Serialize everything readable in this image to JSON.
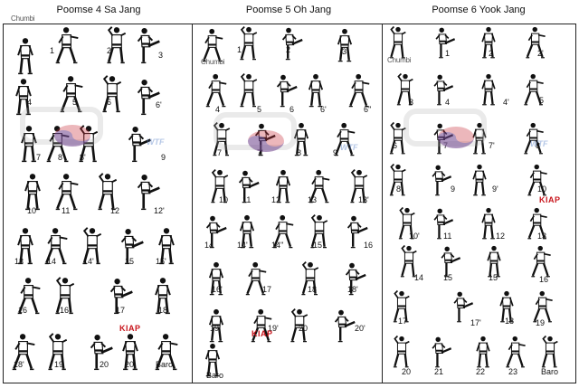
{
  "header": {
    "col1_title": "Poomse 4 Sa Jang",
    "col2_title": "Poomse 5 Oh Jang",
    "col3_title": "Poomse 6 Yook Jang"
  },
  "col1": {
    "labels": [
      "Chumbi",
      "1",
      "2",
      "3",
      "4",
      "5",
      "6",
      "6'",
      "7",
      "8",
      "8'",
      "9",
      "10",
      "11",
      "12",
      "12'",
      "13",
      "14",
      "14'",
      "15",
      "15'",
      "16",
      "16'",
      "17",
      "18",
      "18'",
      "19",
      "20",
      "20'",
      "Baro"
    ],
    "kiap": "KIAP"
  },
  "col2": {
    "labels": [
      "Chumbi",
      "1",
      "2",
      "3",
      "4",
      "5",
      "6",
      "6'",
      "6''",
      "7",
      "7'",
      "8",
      "9",
      "10",
      "11",
      "12",
      "13",
      "13'",
      "14",
      "14'",
      "14''",
      "15",
      "16",
      "16'",
      "17",
      "18",
      "18'",
      "19",
      "19'",
      "20",
      "20'",
      "Baro"
    ],
    "kiap": "KIAP"
  },
  "col3": {
    "labels": [
      "Chumbi",
      "1",
      "2",
      "2'",
      "3",
      "4",
      "4'",
      "5",
      "6",
      "7",
      "7'",
      "8",
      "8",
      "9",
      "9'",
      "10",
      "10'",
      "11",
      "12",
      "13",
      "14",
      "15",
      "15'",
      "16",
      "17",
      "17'",
      "18",
      "19",
      "20",
      "21",
      "22",
      "23",
      "Baro"
    ],
    "kiap": "KIAP"
  },
  "watermark": {
    "text": "WTF"
  }
}
